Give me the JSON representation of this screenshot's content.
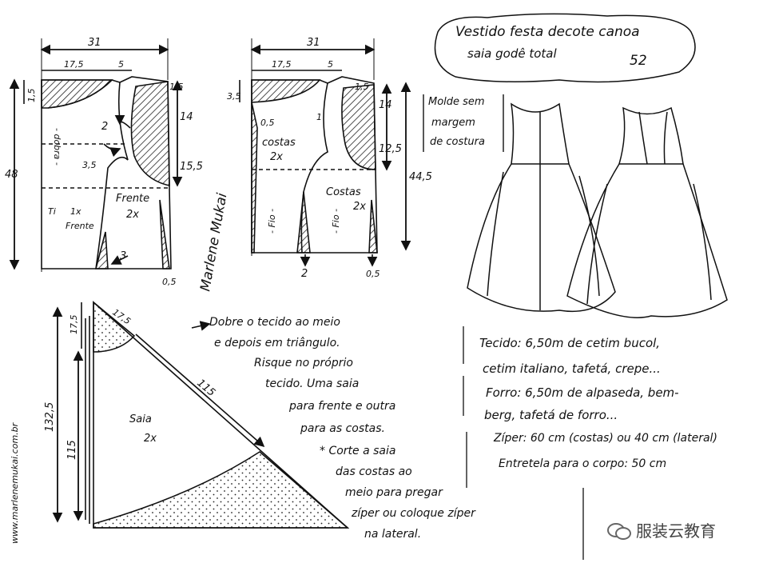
{
  "title": {
    "line1": "Vestido festa decote canoa",
    "line2": "saia godê total",
    "number": "52"
  },
  "molde_note": {
    "line1": "Molde sem",
    "line2": "margem",
    "line3": "de costura"
  },
  "front_pattern": {
    "width_top": "31",
    "neck_w": "17,5",
    "shoulder": "5",
    "corner": "1,5",
    "neck_drop": "1,5",
    "arm1": "14",
    "arm2": "15,5",
    "height": "48",
    "pt2": "2",
    "pt35": "3,5",
    "pt3": "3",
    "bottom": "0,5",
    "label": "Frente",
    "count": "2x",
    "dobra": "- dobra -",
    "tira": "Ti",
    "tira_count": "1x",
    "tira_frente": "Frente"
  },
  "back_pattern": {
    "width_top": "31",
    "neck_w": "17,5",
    "shoulder": "5",
    "corner": "1,5",
    "neck_drop": "3,5",
    "arm1": "14",
    "arm2": "12,5",
    "height": "44,5",
    "pt05a": "0,5",
    "pt1": "1",
    "label1": "costas",
    "count1": "2x",
    "label2": "Costas",
    "count2": "2x",
    "fio": "- Fio -",
    "bottom2": "2",
    "bottom05": "0,5"
  },
  "skirt": {
    "label": "Saia",
    "count": "2x",
    "side_a": "17,5",
    "side_b": "17,5",
    "diag": "115",
    "left_total": "132,5",
    "left_inner": "115",
    "url": "www.marlenemukai.com.br"
  },
  "fold_note": [
    "Dobre o tecido ao meio",
    "e depois em triângulo.",
    "Risque no próprio",
    "tecido. Uma saia",
    "para frente e outra",
    "para as costas."
  ],
  "cut_note": [
    "* Corte a saia",
    "das costas ao",
    "meio para pregar",
    "zíper ou coloque zíper",
    "na lateral."
  ],
  "materials": [
    "Tecido: 6,50m de cetim bucol,",
    "cetim italiano, tafetá, crepe...",
    "Forro: 6,50m de alpaseda, bem-",
    "berg, tafetá de forro...",
    "Zíper: 60 cm (costas) ou 40 cm (lateral)",
    "Entretela para o corpo: 50 cm"
  ],
  "signature": "Marlene Mukai",
  "watermark": "服装云教育"
}
